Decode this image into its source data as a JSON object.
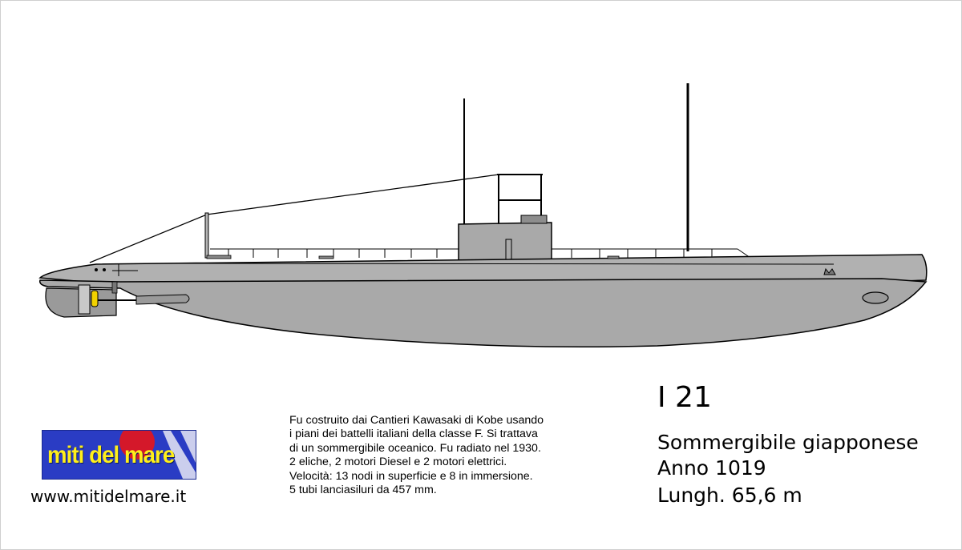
{
  "illustration": {
    "hull_color": "#a9a9a9",
    "outline_color": "#000000",
    "accent_color": "#f2d200"
  },
  "title": "I 21",
  "specs": [
    "Sommergibile giapponese",
    "Anno 1019",
    "Lungh. 65,6 m"
  ],
  "description": [
    "Fu costruito dai Cantieri Kawasaki di Kobe usando",
    "i piani dei battelli italiani della classe F. Si trattava",
    "di un sommergibile oceanico. Fu radiato nel 1930.",
    "2 eliche, 2 motori Diesel e 2 motori elettrici.",
    "Velocità: 13 nodi in superficie e 8 in immersione.",
    "5 tubi lanciasiluri da 457 mm."
  ],
  "logo": {
    "text": "miti del mare",
    "background": "#2a3cc4",
    "text_color": "#ffef1a"
  },
  "website": "www.mitidelmare.it"
}
